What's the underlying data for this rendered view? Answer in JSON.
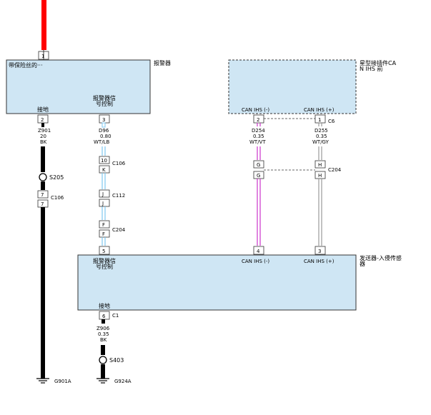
{
  "alarm": {
    "name": "报警器",
    "fuse_label": "带保险丝的···",
    "ground_label": "接地",
    "signal_label_1": "报警器信",
    "signal_label_2": "号控制"
  },
  "star": {
    "name_1": "星型接插件CA",
    "name_2": "N IHS 前",
    "can_neg": "CAN IHS (-)",
    "can_pos": "CAN IHS (+)"
  },
  "sender": {
    "name_1": "发送器-入侵传感",
    "name_2": "器",
    "signal_label_1": "报警器信",
    "signal_label_2": "号控制",
    "can_neg": "CAN IHS (-)",
    "can_pos": "CAN IHS (+)",
    "ground_label": "接地"
  },
  "pins": {
    "top": "1",
    "alarm_ground": "2",
    "alarm_signal": "3",
    "star_neg": "2",
    "star_pos": "1",
    "sender_signal": "5",
    "sender_neg": "4",
    "sender_pos": "3",
    "sender_ground": "6"
  },
  "wires": {
    "z901": [
      "Z901",
      "20",
      "BK"
    ],
    "d96": [
      "D96",
      "0.80",
      "WT/LB"
    ],
    "d254": [
      "D254",
      "0.35",
      "WT/VT"
    ],
    "d255": [
      "D255",
      "0.35",
      "WT/GY"
    ],
    "z906": [
      "Z906",
      "0.35",
      "BK"
    ]
  },
  "connectors": {
    "c106_pin_signal": "10",
    "c106_pin_k": "K",
    "c106_label": "C106",
    "c106_pin_ground": "7",
    "c112_pin_top": "J",
    "c112_pin_bottom": "J",
    "c112_label": "C112",
    "c204_pin_f_top": "F",
    "c204_pin_f_bottom": "F",
    "c204_label": "C204",
    "c204_pin_g": "G",
    "c204_pin_h": "H",
    "c6_label": "C6",
    "c1_label": "C1"
  },
  "splices": {
    "s205": "S205",
    "s403": "S403"
  },
  "grounds": {
    "g901a": "G901A",
    "g924a": "G924A"
  },
  "colors": {
    "power_red": "#ff0000",
    "component_fill": "#cfe6f4",
    "wire_black": "#000000",
    "wire_light_blue": "#7ec8f0",
    "wire_violet": "#cc33cc",
    "wire_gray": "#999999"
  }
}
